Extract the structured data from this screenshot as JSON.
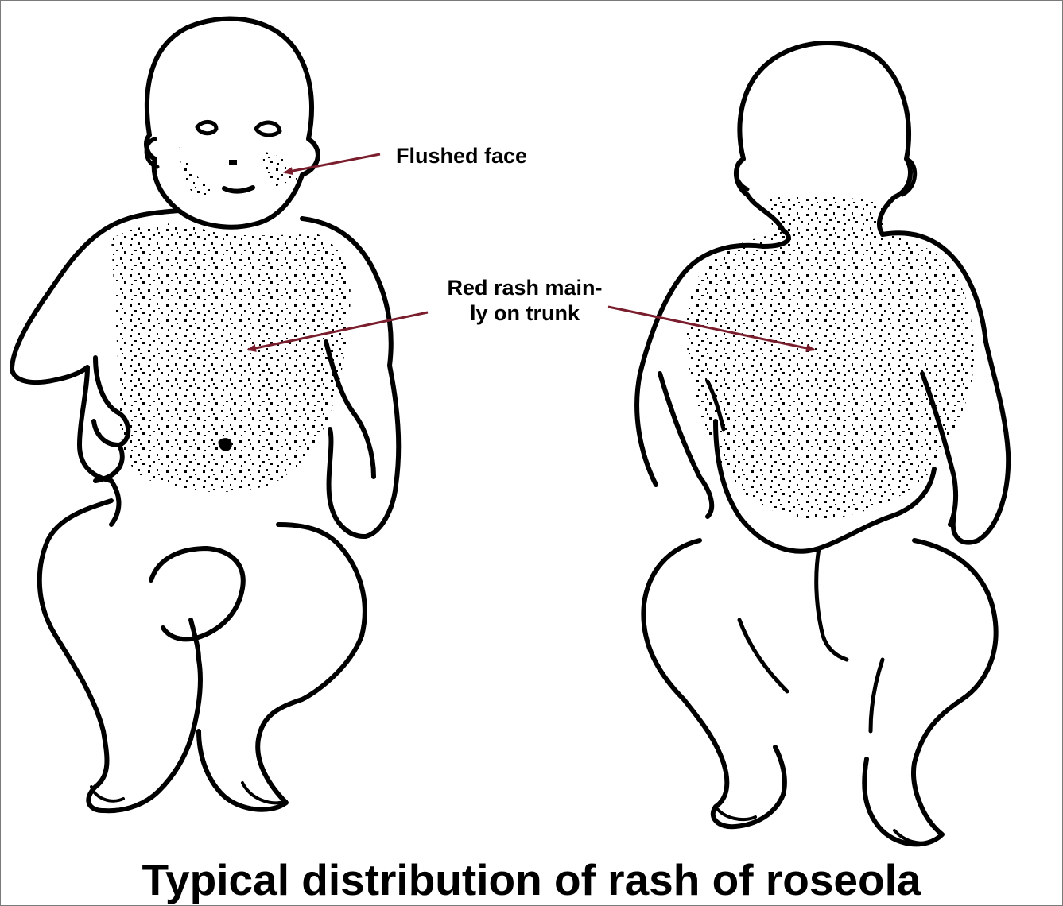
{
  "labels": {
    "flushed_face": "Flushed face",
    "rash_line1": "Red rash main-",
    "rash_line2": "ly on trunk"
  },
  "caption": "Typical distribution of rash of roseola",
  "colors": {
    "outline": "#000000",
    "arrow": "#7a1e2e",
    "background": "#ffffff",
    "frame": "#7a7a7a"
  }
}
